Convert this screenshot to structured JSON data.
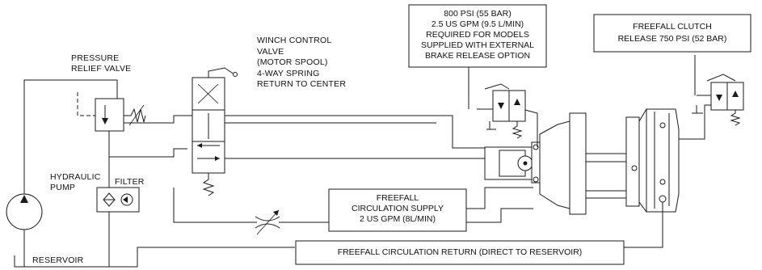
{
  "labels": {
    "pressure_relief_valve": "PRESSURE\nRELIEF VALVE",
    "winch_control_valve": "WINCH CONTROL\nVALVE\n(MOTOR SPOOL)\n4-WAY SPRING\nRETURN TO CENTER",
    "hydraulic_pump": "HYDRAULIC\nPUMP",
    "filter": "FILTER",
    "reservoir": "RESERVOIR",
    "brake_release_note": "800 PSI (55 BAR)\n2.5 US GPM (9.5 L/MIN)\nREQUIRED FOR MODELS\nSUPPLIED WITH EXTERNAL\nBRAKE RELEASE OPTION",
    "freefall_clutch_note": "FREEFALL CLUTCH\nRELEASE 750 PSI (52 BAR)",
    "freefall_supply_note": "FREEFALL\nCIRCULATION SUPPLY\n2 US GPM (8L/MIN)",
    "freefall_return_note": "FREEFALL CIRCULATION RETURN (DIRECT TO RESERVOIR)"
  },
  "colors": {
    "line": "#1a1a1a",
    "background": "#ffffff"
  }
}
